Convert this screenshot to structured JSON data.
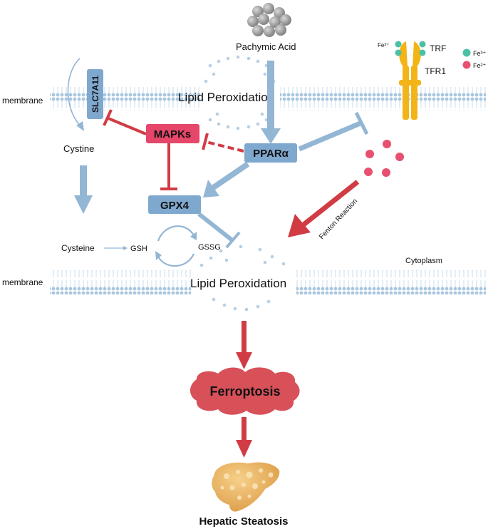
{
  "labels": {
    "pachymic_acid": "Pachymic Acid",
    "membrane_top": "membrane",
    "membrane_bottom": "membrane",
    "lipid_peroxidation_top": "Lipid Peroxidation",
    "lipid_peroxidation_bottom": "Lipid Peroxidation",
    "slc7a11": "SLC7A11",
    "cystine": "Cystine",
    "cysteine": "Cysteine",
    "gsh": "GSH",
    "gssg": "GSSG",
    "mapks": "MAPKs",
    "ppara": "PPARα",
    "gpx4": "GPX4",
    "fenton_reaction": "Fenton Reaction",
    "cytoplasm": "Cytoplasm",
    "ferroptosis": "Ferroptosis",
    "hepatic_steatosis": "Hepatic Steatosis",
    "trf": "TRF",
    "tfr1": "TFR1",
    "fe3_near_trf": "Fe³⁺",
    "legend_fe3": "Fe³⁺",
    "legend_fe2": "Fe²⁺"
  },
  "colors": {
    "arrow_blue": "#93b6d4",
    "inhibit_red": "#d13c44",
    "box_blue": "#7fa8cf",
    "mapks_pink": "#e5466a",
    "ferroptosis_red": "#d85058",
    "fe3_teal": "#4cc0a6",
    "fe2_pink": "#e8506f",
    "receptor_yellow": "#f2b417",
    "membrane_blue": "#a8c6df",
    "liver_tan": "#e9b66a"
  }
}
